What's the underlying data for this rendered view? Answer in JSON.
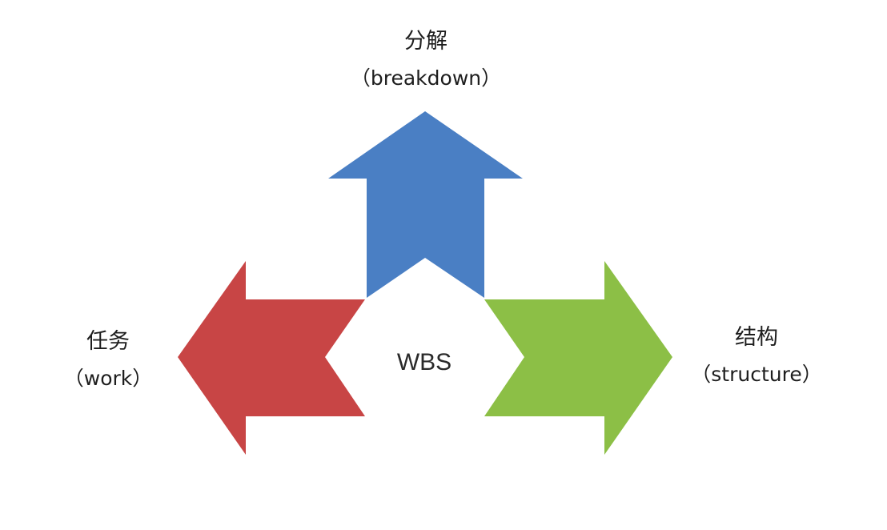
{
  "center": {
    "label": "WBS"
  },
  "arrows": [
    {
      "id": "up",
      "direction": "up",
      "color": "#4a7fc4",
      "zh": "分解",
      "en": "（breakdown）"
    },
    {
      "id": "left",
      "direction": "left",
      "color": "#c84545",
      "zh": "任务",
      "en": "（work）"
    },
    {
      "id": "right",
      "direction": "right",
      "color": "#8cbf46",
      "zh": "结构",
      "en": "（structure）"
    }
  ]
}
